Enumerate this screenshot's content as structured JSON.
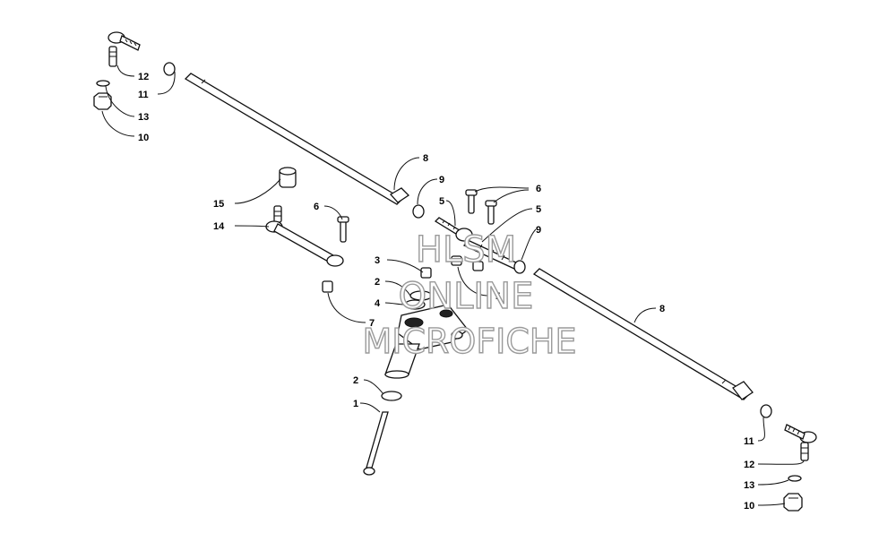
{
  "watermark": {
    "line1": "HLSM",
    "line2": "ONLINE",
    "line3": "MICROFICHE",
    "stroke_color": "#9a9a9a"
  },
  "callouts": {
    "c1": "1",
    "c2a": "2",
    "c2b": "2",
    "c3": "3",
    "c4": "4",
    "c5a": "5",
    "c5b": "5",
    "c6a": "6",
    "c6b": "6",
    "c7a": "7",
    "c7b": "7",
    "c8a": "8",
    "c8b": "8",
    "c9a": "9",
    "c9b": "9",
    "c10a": "10",
    "c10b": "10",
    "c11a": "11",
    "c11b": "11",
    "c12a": "12",
    "c12b": "12",
    "c13a": "13",
    "c13b": "13",
    "c14": "14",
    "c15": "15"
  }
}
